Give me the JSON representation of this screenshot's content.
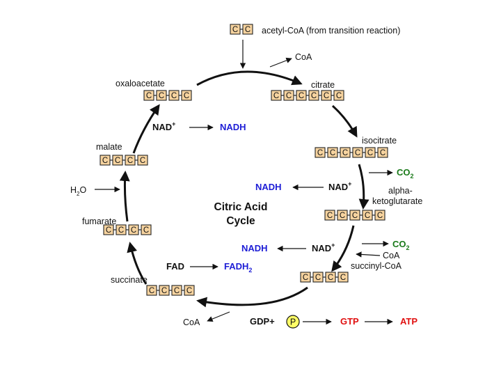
{
  "atom": "C",
  "acetyl": {
    "label": "acetyl-CoA (from transition reaction)",
    "carbons": 2
  },
  "coa_top": "CoA",
  "citrate": {
    "label": "citrate",
    "carbons": 6
  },
  "isocitrate": {
    "label": "isocitrate",
    "carbons": 6
  },
  "akg": {
    "label_line1": "alpha-",
    "label_line2": "ketoglutarate",
    "carbons": 5
  },
  "succinyl": {
    "label": "succinyl-CoA",
    "carbons": 4
  },
  "succinate": {
    "label": "succinate",
    "carbons": 4
  },
  "fumarate": {
    "label": "fumarate",
    "carbons": 4
  },
  "malate": {
    "label": "malate",
    "carbons": 4
  },
  "oxaloacetate": {
    "label": "oxaloacetate",
    "carbons": 4
  },
  "co2_1": {
    "base": "CO",
    "sub": "2"
  },
  "co2_2": {
    "base": "CO",
    "sub": "2"
  },
  "coa_2": "CoA",
  "coa_bottom": "CoA",
  "nad1": {
    "base": "NAD",
    "sup": "+",
    "product": "NADH"
  },
  "nad2": {
    "base": "NAD",
    "sup": "+",
    "product": "NADH"
  },
  "nad3": {
    "base": "NAD",
    "sup": "+",
    "product": "NADH"
  },
  "fad": {
    "reactant": "FAD",
    "product_base": "FADH",
    "product_sub": "2"
  },
  "water": {
    "h": "H",
    "sub": "2",
    "o": "O"
  },
  "gtp_row": {
    "gdp": "GDP+",
    "phosphate": "P",
    "gtp": "GTP",
    "atp": "ATP"
  },
  "center_title": {
    "line1": "Citric Acid",
    "line2": "Cycle"
  },
  "colors": {
    "carbon_fill": "#f6d39f",
    "nadh_blue": "#1d1dd6",
    "co2_green": "#1a7a1a",
    "atp_red": "#e01010",
    "phosphate_yellow": "#ffff66"
  }
}
